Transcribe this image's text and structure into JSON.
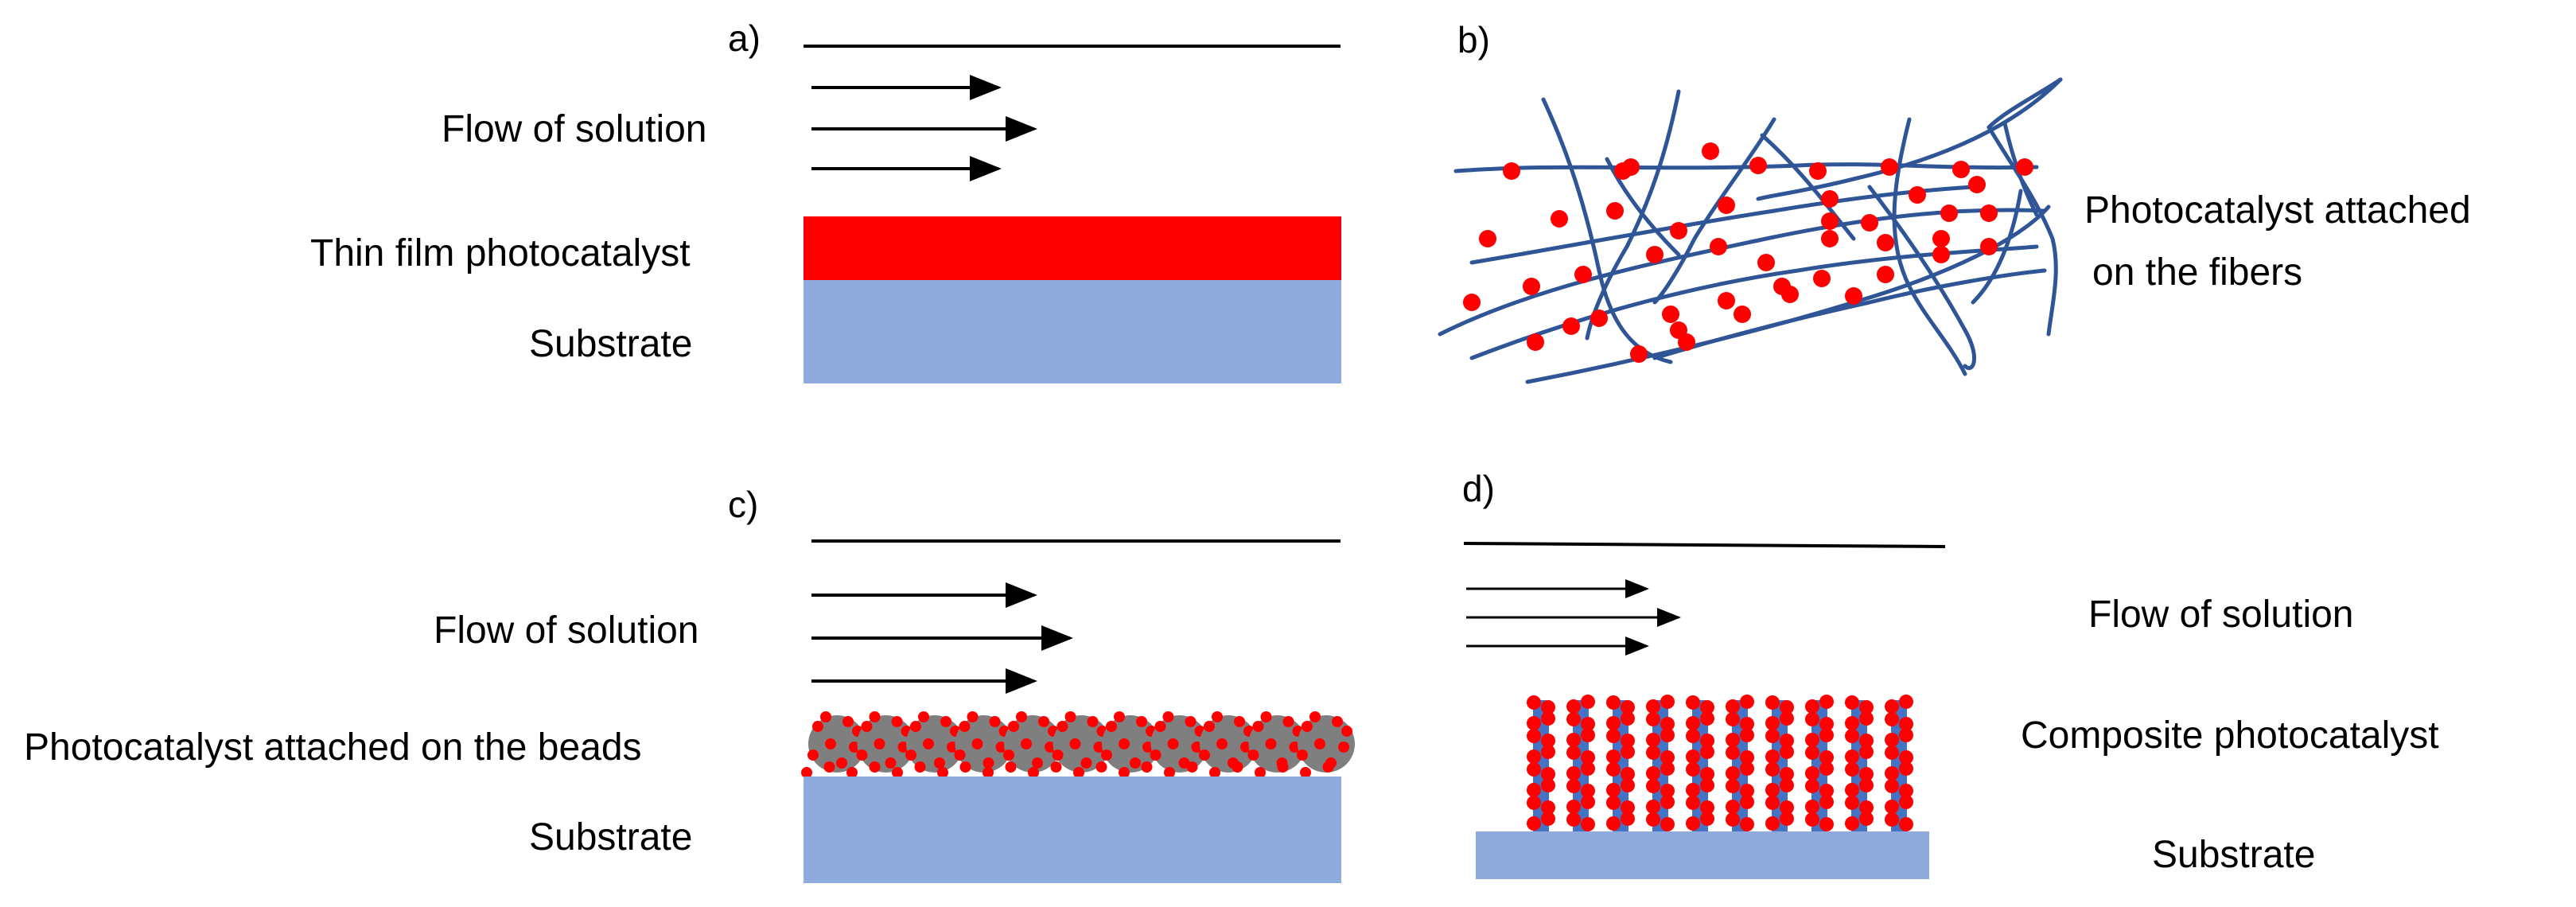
{
  "panels": {
    "a": {
      "letter": "a)",
      "flow_label": "Flow of solution",
      "film_label": "Thin film photocatalyst",
      "substrate_label": "Substrate"
    },
    "b": {
      "letter": "b)",
      "label_line1": "Photocatalyst attached",
      "label_line2": "on the fibers"
    },
    "c": {
      "letter": "c)",
      "flow_label": "Flow of solution",
      "beads_label": "Photocatalyst attached on the beads",
      "substrate_label": "Substrate"
    },
    "d": {
      "letter": "d)",
      "flow_label": "Flow of solution",
      "composite_label": "Composite photocatalyst",
      "substrate_label": "Substrate"
    }
  },
  "colors": {
    "photocatalyst": "#ff0000",
    "substrate": "#8faadc",
    "fiber": "#2f5597",
    "bead": "#7f7f7f",
    "rod": "#4472c4",
    "line": "#000000"
  }
}
